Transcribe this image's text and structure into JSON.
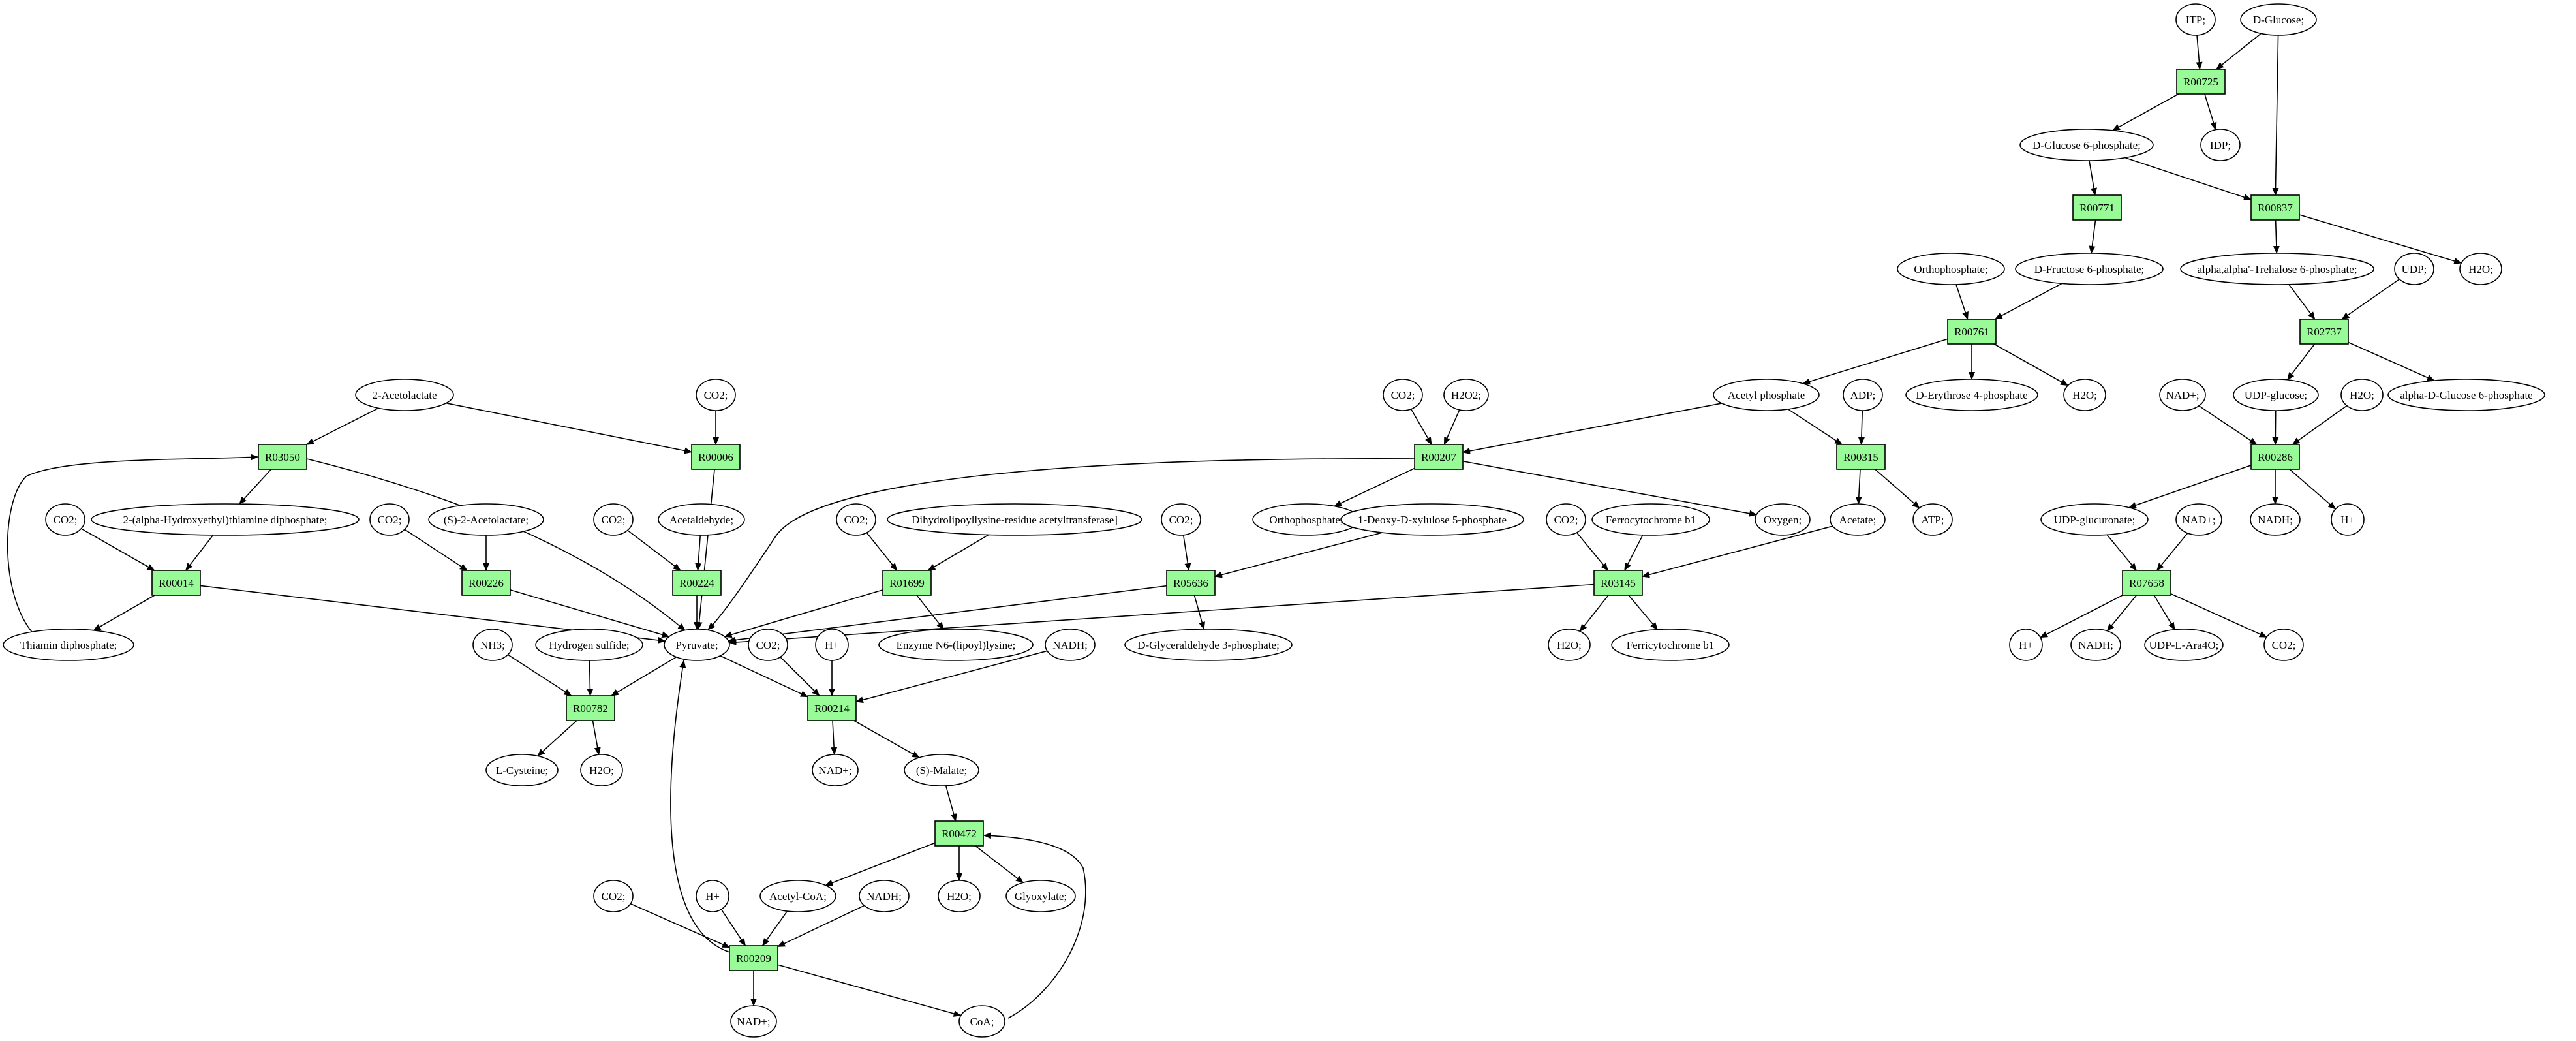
{
  "colors": {
    "reaction_fill": "#98fb98",
    "start_fill": "#00ff00",
    "target_fill": "#ffff00",
    "compound_fill": "#ffffff",
    "stroke": "#000000"
  },
  "nodes": [
    {
      "id": "itp",
      "label": "ITP;",
      "kind": "compound"
    },
    {
      "id": "d_glucose",
      "label": "D-Glucose;",
      "kind": "start"
    },
    {
      "id": "r00725",
      "label": "R00725",
      "kind": "reaction"
    },
    {
      "id": "idp",
      "label": "IDP;",
      "kind": "compound"
    },
    {
      "id": "d_glucose_6p",
      "label": "D-Glucose 6-phosphate;",
      "kind": "compound"
    },
    {
      "id": "r00771",
      "label": "R00771",
      "kind": "reaction"
    },
    {
      "id": "r00837",
      "label": "R00837",
      "kind": "reaction"
    },
    {
      "id": "h2o_a",
      "label": "H2O;",
      "kind": "compound"
    },
    {
      "id": "orthophosphate_a",
      "label": "Orthophosphate;",
      "kind": "compound"
    },
    {
      "id": "d_fructose_6p",
      "label": "D-Fructose 6-phosphate;",
      "kind": "compound"
    },
    {
      "id": "trehalose_6p",
      "label": "alpha,alpha'-Trehalose 6-phosphate;",
      "kind": "compound"
    },
    {
      "id": "udp",
      "label": "UDP;",
      "kind": "compound"
    },
    {
      "id": "r00761",
      "label": "R00761",
      "kind": "reaction"
    },
    {
      "id": "r02737",
      "label": "R02737",
      "kind": "reaction"
    },
    {
      "id": "acetyl_phosphate",
      "label": "Acetyl phosphate",
      "kind": "compound"
    },
    {
      "id": "d_erythrose_4p",
      "label": "D-Erythrose 4-phosphate",
      "kind": "compound"
    },
    {
      "id": "h2o_b",
      "label": "H2O;",
      "kind": "compound"
    },
    {
      "id": "udp_glucose",
      "label": "UDP-glucose;",
      "kind": "compound"
    },
    {
      "id": "nad_a",
      "label": "NAD+;",
      "kind": "compound"
    },
    {
      "id": "h2o_c",
      "label": "H2O;",
      "kind": "compound"
    },
    {
      "id": "alpha_d_glucose_6p",
      "label": "alpha-D-Glucose 6-phosphate",
      "kind": "compound"
    },
    {
      "id": "co2_a",
      "label": "CO2;",
      "kind": "compound"
    },
    {
      "id": "h2o2",
      "label": "H2O2;",
      "kind": "compound"
    },
    {
      "id": "adp",
      "label": "ADP;",
      "kind": "compound"
    },
    {
      "id": "r00207",
      "label": "R00207",
      "kind": "reaction"
    },
    {
      "id": "r00315",
      "label": "R00315",
      "kind": "reaction"
    },
    {
      "id": "r00286",
      "label": "R00286",
      "kind": "reaction"
    },
    {
      "id": "orthophosphate_b",
      "label": "Orthophosphate;",
      "kind": "compound"
    },
    {
      "id": "deoxy_xylulose_5p",
      "label": "1-Deoxy-D-xylulose 5-phosphate",
      "kind": "compound"
    },
    {
      "id": "oxygen",
      "label": "Oxygen;",
      "kind": "compound"
    },
    {
      "id": "acetate",
      "label": "Acetate;",
      "kind": "compound"
    },
    {
      "id": "atp",
      "label": "ATP;",
      "kind": "compound"
    },
    {
      "id": "udp_glucuronate",
      "label": "UDP-glucuronate;",
      "kind": "compound"
    },
    {
      "id": "nad_b",
      "label": "NAD+;",
      "kind": "compound"
    },
    {
      "id": "nadh_a",
      "label": "NADH;",
      "kind": "compound"
    },
    {
      "id": "h_plus_a",
      "label": "H+",
      "kind": "compound"
    },
    {
      "id": "co2_b",
      "label": "CO2;",
      "kind": "compound"
    },
    {
      "id": "ferrocytochrome",
      "label": "Ferrocytochrome b1",
      "kind": "compound"
    },
    {
      "id": "r03145",
      "label": "R03145",
      "kind": "reaction"
    },
    {
      "id": "r07658",
      "label": "R07658",
      "kind": "reaction"
    },
    {
      "id": "h2o_d",
      "label": "H2O;",
      "kind": "compound"
    },
    {
      "id": "ferricytochrome",
      "label": "Ferricytochrome b1",
      "kind": "compound"
    },
    {
      "id": "h_plus_b",
      "label": "H+",
      "kind": "compound"
    },
    {
      "id": "nadh_b",
      "label": "NADH;",
      "kind": "compound"
    },
    {
      "id": "udp_l_ara4o",
      "label": "UDP-L-Ara4O;",
      "kind": "compound"
    },
    {
      "id": "co2_c",
      "label": "CO2;",
      "kind": "compound"
    },
    {
      "id": "acetolactate",
      "label": "2-Acetolactate",
      "kind": "compound"
    },
    {
      "id": "co2_d",
      "label": "CO2;",
      "kind": "compound"
    },
    {
      "id": "r03050",
      "label": "R03050",
      "kind": "reaction"
    },
    {
      "id": "r00006",
      "label": "R00006",
      "kind": "reaction"
    },
    {
      "id": "co2_e",
      "label": "CO2;",
      "kind": "compound"
    },
    {
      "id": "hydroxyethyl_thiamine",
      "label": "2-(alpha-Hydroxyethyl)thiamine diphosphate;",
      "kind": "compound"
    },
    {
      "id": "co2_f",
      "label": "CO2;",
      "kind": "compound"
    },
    {
      "id": "s_acetolactate",
      "label": "(S)-2-Acetolactate;",
      "kind": "compound"
    },
    {
      "id": "co2_g",
      "label": "CO2;",
      "kind": "compound"
    },
    {
      "id": "acetaldehyde",
      "label": "Acetaldehyde;",
      "kind": "compound"
    },
    {
      "id": "co2_h",
      "label": "CO2;",
      "kind": "compound"
    },
    {
      "id": "dihydrolipoyllysine",
      "label": "Dihydrolipoyllysine-residue acetyltransferase]",
      "kind": "compound"
    },
    {
      "id": "co2_i",
      "label": "CO2;",
      "kind": "compound"
    },
    {
      "id": "r00014",
      "label": "R00014",
      "kind": "reaction"
    },
    {
      "id": "r00226",
      "label": "R00226",
      "kind": "reaction"
    },
    {
      "id": "r00224",
      "label": "R00224",
      "kind": "reaction"
    },
    {
      "id": "r01699",
      "label": "R01699",
      "kind": "reaction"
    },
    {
      "id": "r05636",
      "label": "R05636",
      "kind": "reaction"
    },
    {
      "id": "thiamin_diphosphate",
      "label": "Thiamin diphosphate;",
      "kind": "compound"
    },
    {
      "id": "nh3",
      "label": "NH3;",
      "kind": "compound"
    },
    {
      "id": "hydrogen_sulfide",
      "label": "Hydrogen sulfide;",
      "kind": "compound"
    },
    {
      "id": "pyruvate",
      "label": "Pyruvate;",
      "kind": "compound"
    },
    {
      "id": "co2_j",
      "label": "CO2;",
      "kind": "compound"
    },
    {
      "id": "h_plus_c",
      "label": "H+",
      "kind": "compound"
    },
    {
      "id": "enzyme_lipoyllysine",
      "label": "Enzyme N6-(lipoyl)lysine;",
      "kind": "compound"
    },
    {
      "id": "nadh_c",
      "label": "NADH;",
      "kind": "compound"
    },
    {
      "id": "d_glyceraldehyde_3p",
      "label": "D-Glyceraldehyde 3-phosphate;",
      "kind": "compound"
    },
    {
      "id": "r00782",
      "label": "R00782",
      "kind": "reaction"
    },
    {
      "id": "r00214",
      "label": "R00214",
      "kind": "reaction"
    },
    {
      "id": "l_cysteine",
      "label": "L-Cysteine;",
      "kind": "target"
    },
    {
      "id": "h2o_e",
      "label": "H2O;",
      "kind": "compound"
    },
    {
      "id": "nad_c",
      "label": "NAD+;",
      "kind": "compound"
    },
    {
      "id": "s_malate",
      "label": "(S)-Malate;",
      "kind": "compound"
    },
    {
      "id": "r00472",
      "label": "R00472",
      "kind": "reaction"
    },
    {
      "id": "co2_k",
      "label": "CO2;",
      "kind": "compound"
    },
    {
      "id": "h_plus_d",
      "label": "H+",
      "kind": "compound"
    },
    {
      "id": "acetyl_coa",
      "label": "Acetyl-CoA;",
      "kind": "compound"
    },
    {
      "id": "nadh_d",
      "label": "NADH;",
      "kind": "compound"
    },
    {
      "id": "h2o_f",
      "label": "H2O;",
      "kind": "compound"
    },
    {
      "id": "glyoxylate",
      "label": "Glyoxylate;",
      "kind": "compound"
    },
    {
      "id": "r00209",
      "label": "R00209",
      "kind": "reaction"
    },
    {
      "id": "nad_d",
      "label": "NAD+;",
      "kind": "compound"
    },
    {
      "id": "coa",
      "label": "CoA;",
      "kind": "compound"
    }
  ],
  "edges": [
    [
      "itp",
      "r00725"
    ],
    [
      "d_glucose",
      "r00725"
    ],
    [
      "d_glucose",
      "r00837"
    ],
    [
      "r00725",
      "d_glucose_6p"
    ],
    [
      "r00725",
      "idp"
    ],
    [
      "d_glucose_6p",
      "r00771"
    ],
    [
      "d_glucose_6p",
      "r00837"
    ],
    [
      "r00771",
      "d_fructose_6p"
    ],
    [
      "r00837",
      "trehalose_6p"
    ],
    [
      "r00837",
      "h2o_a"
    ],
    [
      "orthophosphate_a",
      "r00761"
    ],
    [
      "d_fructose_6p",
      "r00761"
    ],
    [
      "r00761",
      "acetyl_phosphate"
    ],
    [
      "r00761",
      "d_erythrose_4p"
    ],
    [
      "r00761",
      "h2o_b"
    ],
    [
      "trehalose_6p",
      "r02737"
    ],
    [
      "udp",
      "r02737"
    ],
    [
      "r02737",
      "udp_glucose"
    ],
    [
      "r02737",
      "alpha_d_glucose_6p"
    ],
    [
      "udp_glucose",
      "r00286"
    ],
    [
      "nad_a",
      "r00286"
    ],
    [
      "h2o_c",
      "r00286"
    ],
    [
      "r00286",
      "udp_glucuronate"
    ],
    [
      "r00286",
      "nadh_a"
    ],
    [
      "r00286",
      "h_plus_a"
    ],
    [
      "udp_glucuronate",
      "r07658"
    ],
    [
      "nad_b",
      "r07658"
    ],
    [
      "r07658",
      "h_plus_b"
    ],
    [
      "r07658",
      "nadh_b"
    ],
    [
      "r07658",
      "udp_l_ara4o"
    ],
    [
      "r07658",
      "co2_c"
    ],
    [
      "acetyl_phosphate",
      "r00207"
    ],
    [
      "acetyl_phosphate",
      "r00315"
    ],
    [
      "co2_a",
      "r00207"
    ],
    [
      "h2o2",
      "r00207"
    ],
    [
      "r00207",
      "orthophosphate_b"
    ],
    [
      "r00207",
      "oxygen"
    ],
    [
      "r00207",
      "pyruvate"
    ],
    [
      "adp",
      "r00315"
    ],
    [
      "r00315",
      "acetate"
    ],
    [
      "r00315",
      "atp"
    ],
    [
      "acetate",
      "r03145"
    ],
    [
      "co2_b",
      "r03145"
    ],
    [
      "ferrocytochrome",
      "r03145"
    ],
    [
      "r03145",
      "h2o_d"
    ],
    [
      "r03145",
      "ferricytochrome"
    ],
    [
      "r03145",
      "pyruvate"
    ],
    [
      "acetolactate",
      "r03050"
    ],
    [
      "acetolactate",
      "r00006"
    ],
    [
      "co2_d",
      "r00006"
    ],
    [
      "r00006",
      "pyruvate"
    ],
    [
      "r03050",
      "hydroxyethyl_thiamine"
    ],
    [
      "r03050",
      "pyruvate"
    ],
    [
      "co2_e",
      "r00014"
    ],
    [
      "hydroxyethyl_thiamine",
      "r00014"
    ],
    [
      "r00014",
      "thiamin_diphosphate"
    ],
    [
      "r00014",
      "pyruvate"
    ],
    [
      "thiamin_diphosphate",
      "r03050"
    ],
    [
      "co2_f",
      "r00226"
    ],
    [
      "s_acetolactate",
      "r00226"
    ],
    [
      "r00226",
      "pyruvate"
    ],
    [
      "co2_g",
      "r00224"
    ],
    [
      "acetaldehyde",
      "r00224"
    ],
    [
      "r00224",
      "pyruvate"
    ],
    [
      "co2_h",
      "r01699"
    ],
    [
      "dihydrolipoyllysine",
      "r01699"
    ],
    [
      "r01699",
      "enzyme_lipoyllysine"
    ],
    [
      "r01699",
      "pyruvate"
    ],
    [
      "co2_i",
      "r05636"
    ],
    [
      "deoxy_xylulose_5p",
      "r05636"
    ],
    [
      "r05636",
      "d_glyceraldehyde_3p"
    ],
    [
      "r05636",
      "pyruvate"
    ],
    [
      "nh3",
      "r00782"
    ],
    [
      "hydrogen_sulfide",
      "r00782"
    ],
    [
      "pyruvate",
      "r00782"
    ],
    [
      "r00782",
      "l_cysteine"
    ],
    [
      "r00782",
      "h2o_e"
    ],
    [
      "pyruvate",
      "r00214"
    ],
    [
      "co2_j",
      "r00214"
    ],
    [
      "h_plus_c",
      "r00214"
    ],
    [
      "nadh_c",
      "r00214"
    ],
    [
      "r00214",
      "nad_c"
    ],
    [
      "r00214",
      "s_malate"
    ],
    [
      "s_malate",
      "r00472"
    ],
    [
      "coa",
      "r00472"
    ],
    [
      "r00472",
      "acetyl_coa"
    ],
    [
      "r00472",
      "h2o_f"
    ],
    [
      "r00472",
      "glyoxylate"
    ],
    [
      "co2_k",
      "r00209"
    ],
    [
      "h_plus_d",
      "r00209"
    ],
    [
      "acetyl_coa",
      "r00209"
    ],
    [
      "nadh_d",
      "r00209"
    ],
    [
      "r00209",
      "nad_d"
    ],
    [
      "r00209",
      "coa"
    ],
    [
      "r00209",
      "pyruvate"
    ]
  ]
}
